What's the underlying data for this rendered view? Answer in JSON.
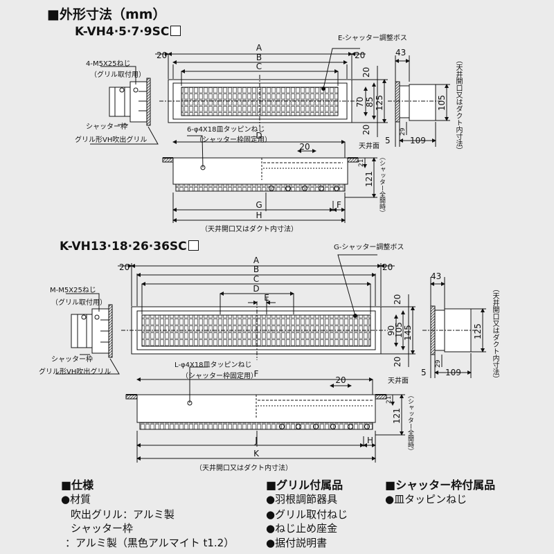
{
  "header": {
    "title": "■外形寸法（mm）"
  },
  "model_a": {
    "name": "K-VH4·5·7·9SC",
    "dims": {
      "A": "A",
      "B": "B",
      "C": "C",
      "D": "D",
      "E": "E-シャッター調整ボス",
      "G": "G",
      "H": "H",
      "F": "F",
      "d20a": "20",
      "d20b": "20",
      "d20c": "20",
      "d20d": "20",
      "d20e": "20",
      "d70": "70",
      "d85": "85",
      "d125": "125",
      "d43": "43",
      "d105": "105",
      "d5": "5",
      "d109": "109",
      "d29": "29",
      "d121": "121",
      "d21": "21"
    },
    "labels": {
      "screw": "4-M5X25ねじ",
      "screw_note": "（グリル取付用）",
      "shutter_frame": "シャッター枠",
      "grille": "グリル形VH吹出グリル",
      "tapping": "6-φ4X18皿タッピンねじ",
      "tapping_note": "（シャッター枠固定用）",
      "ceiling": "天井面",
      "opening": "（天井開口又はダクト内寸法）",
      "opening_v": "（天井開口又はダクト内寸法）",
      "full_open": "（シャッター全開時）"
    }
  },
  "model_b": {
    "name": "K-VH13·18·26·36SC",
    "dims": {
      "A": "A",
      "B": "B",
      "C": "C",
      "D": "D",
      "E": "E",
      "G": "G-シャッター調整ボス",
      "F": "F",
      "J": "J",
      "K": "K",
      "H": "H",
      "d20a": "20",
      "d20b": "20",
      "d20c": "20",
      "d20d": "20",
      "d20e": "20",
      "d90": "90",
      "d105": "105",
      "d145": "145",
      "d43": "43",
      "d125": "125",
      "d5": "5",
      "d109": "109",
      "d29": "29",
      "d121": "121",
      "d21": "21"
    },
    "labels": {
      "screw": "M-M5X25ねじ",
      "screw_note": "（グリル取付用）",
      "shutter_frame": "シャッター枠",
      "grille": "グリル形VH吹出グリル",
      "tapping": "L-φ4X18皿タッピンねじ",
      "tapping_note": "（シャッター枠固定用）",
      "ceiling": "天井面",
      "opening": "（天井開口又はダクト内寸法）",
      "opening_v": "（天井開口又はダクト内寸法）",
      "full_open": "（シャッター全開時）"
    }
  },
  "specs": {
    "title": "■仕様",
    "material": "●材質",
    "line1": "吹出グリル：アルミ製",
    "line2": "シャッター枠",
    "line3": "：アルミ製（黒色アルマイト t1.2）"
  },
  "grille_acc": {
    "title": "■グリル付属品",
    "items": [
      "●羽根調節器具",
      "●グリル取付ねじ",
      "●ねじ止め座金",
      "●据付説明書"
    ]
  },
  "shutter_acc": {
    "title": "■シャッター枠付属品",
    "items": [
      "●皿タッピンねじ"
    ]
  }
}
